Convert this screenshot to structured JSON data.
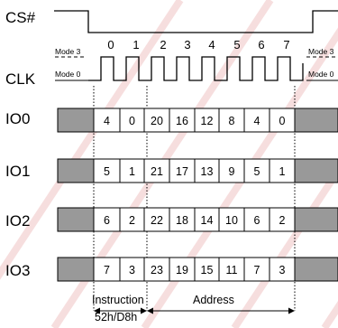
{
  "signals": {
    "cs": "CS#",
    "clk": "CLK",
    "io": [
      "IO0",
      "IO1",
      "IO2",
      "IO3"
    ]
  },
  "clock": {
    "mode3_left": "Mode 3",
    "mode0_left": "Mode 0",
    "mode3_right": "Mode 3",
    "mode0_right": "Mode 0",
    "cycles": [
      "0",
      "1",
      "2",
      "3",
      "4",
      "5",
      "6",
      "7"
    ]
  },
  "io_bits": [
    [
      "4",
      "0",
      "20",
      "16",
      "12",
      "8",
      "4",
      "0"
    ],
    [
      "5",
      "1",
      "21",
      "17",
      "13",
      "9",
      "5",
      "1"
    ],
    [
      "6",
      "2",
      "22",
      "18",
      "14",
      "10",
      "6",
      "2"
    ],
    [
      "7",
      "3",
      "23",
      "19",
      "15",
      "11",
      "7",
      "3"
    ]
  ],
  "phases": {
    "instruction": "Instruction",
    "instruction_code": "52h/D8h",
    "address": "Address"
  },
  "colors": {
    "line": "#000000",
    "dont_care_fill": "#999999",
    "cell_fill": "#ffffff",
    "watermark": "#e8a2a2"
  }
}
